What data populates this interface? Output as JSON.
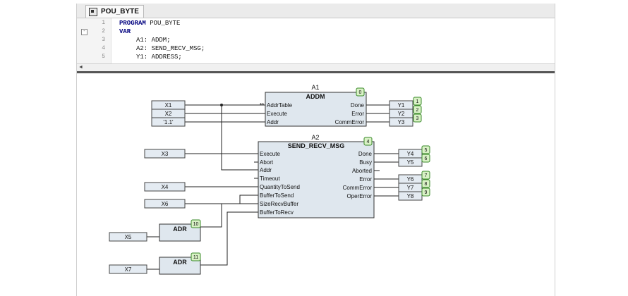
{
  "editor": {
    "tab_label": "POU_BYTE",
    "tab_icon": "pou-icon",
    "fold_symbol": "-",
    "scroll_left_symbol": "◄",
    "lines": [
      {
        "num": "1",
        "kw": "PROGRAM",
        "text": " POU_BYTE",
        "indent": 0
      },
      {
        "num": "2",
        "kw": "VAR",
        "text": "",
        "indent": 0
      },
      {
        "num": "3",
        "kw": "",
        "text": "A1: ADDM;",
        "indent": 1
      },
      {
        "num": "4",
        "kw": "",
        "text": "A2: SEND_RECV_MSG;",
        "indent": 1
      },
      {
        "num": "5",
        "kw": "",
        "text": "Y1: ADDRESS;",
        "indent": 1
      }
    ]
  },
  "diagram": {
    "blocks": {
      "a1": {
        "instance": "A1",
        "type": "ADDM",
        "order": "0",
        "inputs": [
          "AddrTable",
          "Execute",
          "Addr"
        ],
        "input_marker": "**",
        "outputs": [
          "Done",
          "Error",
          "CommError"
        ]
      },
      "a2": {
        "instance": "A2",
        "type": "SEND_RECV_MSG",
        "order": "4",
        "inputs": [
          "Execute",
          "Abort",
          "Addr",
          "Timeout",
          "QuantityToSend",
          "BufferToSend",
          "SizeRecvBuffer",
          "BufferToRecv"
        ],
        "outputs": [
          "Done",
          "Busy",
          "Aborted",
          "Error",
          "CommError",
          "OperError"
        ]
      },
      "adr1": {
        "type": "ADR",
        "order": "10"
      },
      "adr2": {
        "type": "ADR",
        "order": "11"
      }
    },
    "inputs": {
      "x1": "X1",
      "x2": "X2",
      "c11": "'1.1'",
      "x3": "X3",
      "x4": "X4",
      "x6": "X6",
      "x5": "X5",
      "x7": "X7"
    },
    "outputs": {
      "y1": {
        "label": "Y1",
        "order": "1"
      },
      "y2": {
        "label": "Y2",
        "order": "2"
      },
      "y3": {
        "label": "Y3",
        "order": "3"
      },
      "y4": {
        "label": "Y4",
        "order": "5"
      },
      "y5": {
        "label": "Y5",
        "order": "6"
      },
      "y6": {
        "label": "Y6",
        "order": "7"
      },
      "y7": {
        "label": "Y7",
        "order": "8"
      },
      "y8": {
        "label": "Y8",
        "order": "9"
      }
    },
    "colors": {
      "block_fill": "#dfe7ee",
      "box_fill": "#e4ebf2",
      "order_fill": "#d9f2c6",
      "order_border": "#3a8a2a",
      "wire": "#222222"
    }
  }
}
